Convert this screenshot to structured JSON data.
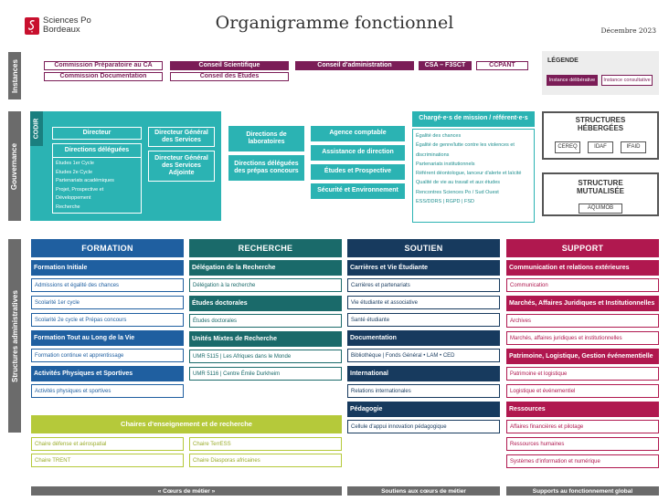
{
  "header": {
    "logo_line1": "Sciences Po",
    "logo_line2": "Bordeaux",
    "title": "Organigramme fonctionnel",
    "date": "Décembre 2023"
  },
  "colors": {
    "purple": "#7b1d57",
    "teal": "#2bb3b3",
    "formation": "#1f5fa0",
    "recherche": "#1a6a6a",
    "soutien": "#173a5e",
    "support": "#b0184f",
    "chaires": "#b5c93a",
    "grey": "#6b6b6b",
    "logo_red": "#c8102e"
  },
  "sections": {
    "instances": "Instances",
    "gouvernance": "Gouvernance",
    "structures": "Structures administratives"
  },
  "instances": {
    "commission_ca": "Commission Préparatoire au CA",
    "commission_doc": "Commission Documentation",
    "conseil_scientifique": "Conseil Scientifique",
    "conseil_etudes": "Conseil des Études",
    "conseil_admin": "Conseil d'administration",
    "csa": "CSA – F3SCT",
    "ccpant": "CCPANT"
  },
  "legend": {
    "title": "LÉGENDE",
    "deliberative": "Instance délibérative",
    "consultative": "Instance consultative"
  },
  "gouvernance": {
    "codir": "CODIR",
    "directeur": "Directeur",
    "directions_deleguees": "Directions déléguées",
    "deleguees_items": [
      "Études 1er Cycle",
      "Études 2e Cycle",
      "Partenariats académiques",
      "Projet, Prospective et  Développement",
      "Recherche"
    ],
    "dgs": "Directeur Général des Services",
    "dgsa": "Directeur Général des Services Adjointe",
    "directions_labos": "Directions de laboratoires",
    "directions_prepas": "Directions déléguées des prépas concours",
    "agence": "Agence comptable",
    "assistance": "Assistance de direction",
    "etudes_prospective": "Études et Prospective",
    "securite": "Sécurité et Environnement",
    "charges_title": "Chargé·e·s de mission / référent·e·s",
    "charges_items": [
      "Égalité des chances",
      "Égalité de genre/lutte contre les violences et",
      "discriminations",
      "Partenariats institutionnels",
      "Référent déontologue, lanceur d'alerte et laïcité",
      "Qualité de vie au travail et aux études",
      "Rencontres Sciences Po / Sud Ouest",
      "ESS/DDRS | RGPD | FSD"
    ]
  },
  "hebergees": {
    "title_line1": "STRUCTURES",
    "title_line2": "HÉBERGÉES",
    "items": [
      "CEREQ",
      "IDAF",
      "IFAID"
    ]
  },
  "mutualisee": {
    "title_line1": "STRUCTURE",
    "title_line2": "MUTUALISÉE",
    "item": "AQUIMOB"
  },
  "columns": {
    "formation": {
      "title": "FORMATION",
      "rows": [
        {
          "type": "h",
          "label": "Formation Initiale"
        },
        {
          "type": "i",
          "label": "Admissions et égalité des chances"
        },
        {
          "type": "i",
          "label": "Scolarité 1er cycle"
        },
        {
          "type": "i",
          "label": "Scolarité 2e cycle et Prépas concours"
        },
        {
          "type": "h",
          "label": "Formation Tout au Long de la Vie"
        },
        {
          "type": "i",
          "label": "Formation continue et apprentissage"
        },
        {
          "type": "h",
          "label": "Activités Physiques et Sportives"
        },
        {
          "type": "i",
          "label": "Activités physiques et sportives"
        }
      ]
    },
    "recherche": {
      "title": "RECHERCHE",
      "rows": [
        {
          "type": "h",
          "label": "Délégation de la Recherche"
        },
        {
          "type": "i",
          "label": "Délégation à la recherche"
        },
        {
          "type": "h",
          "label": "Études doctorales"
        },
        {
          "type": "i",
          "label": "Études doctorales"
        },
        {
          "type": "h",
          "label": "Unités Mixtes de Recherche"
        },
        {
          "type": "i",
          "label": "UMR 5115 | Les Afriques dans le Monde"
        },
        {
          "type": "i",
          "label": "UMR 5116 | Centre Émile Durkheim"
        }
      ]
    },
    "soutien": {
      "title": "SOUTIEN",
      "rows": [
        {
          "type": "h",
          "label": "Carrières et Vie Étudiante"
        },
        {
          "type": "i",
          "label": "Carrières et partenariats"
        },
        {
          "type": "i",
          "label": "Vie étudiante et associative"
        },
        {
          "type": "i",
          "label": "Santé étudiante"
        },
        {
          "type": "h",
          "label": "Documentation"
        },
        {
          "type": "i",
          "label": "Bibliothèque | Fonds Général • LAM • CED"
        },
        {
          "type": "h",
          "label": "International"
        },
        {
          "type": "i",
          "label": "Relations internationales"
        },
        {
          "type": "h",
          "label": "Pédagogie"
        },
        {
          "type": "i",
          "label": "Cellule d'appui innovation pédagogique"
        }
      ]
    },
    "support": {
      "title": "SUPPORT",
      "rows": [
        {
          "type": "h",
          "label": "Communication et relations extérieures"
        },
        {
          "type": "i",
          "label": "Communication"
        },
        {
          "type": "h",
          "label": "Marchés, Affaires Juridiques et Institutionnelles"
        },
        {
          "type": "i",
          "label": "Archives"
        },
        {
          "type": "i",
          "label": "Marchés, affaires juridiques et institutionnelles"
        },
        {
          "type": "h",
          "label": "Patrimoine, Logistique, Gestion événementielle"
        },
        {
          "type": "i",
          "label": "Patrimoine et logistique"
        },
        {
          "type": "i",
          "label": "Logistique et événementiel"
        },
        {
          "type": "h",
          "label": "Ressources"
        },
        {
          "type": "i",
          "label": "Affaires financières et pilotage"
        },
        {
          "type": "i",
          "label": "Ressources humaines"
        },
        {
          "type": "i",
          "label": "Systèmes d'information et numérique"
        }
      ]
    }
  },
  "chaires": {
    "title": "Chaires d'enseignement et de recherche",
    "items": [
      "Chaire défense et aérospatial",
      "Chaire TerrESS",
      "Chaire TRENT",
      "Chaire Diasporas africaines"
    ]
  },
  "footers": {
    "coeurs": "« Cœurs de métier »",
    "soutiens": "Soutiens aux cœurs de métier",
    "supports": "Supports au fonctionnement global"
  }
}
